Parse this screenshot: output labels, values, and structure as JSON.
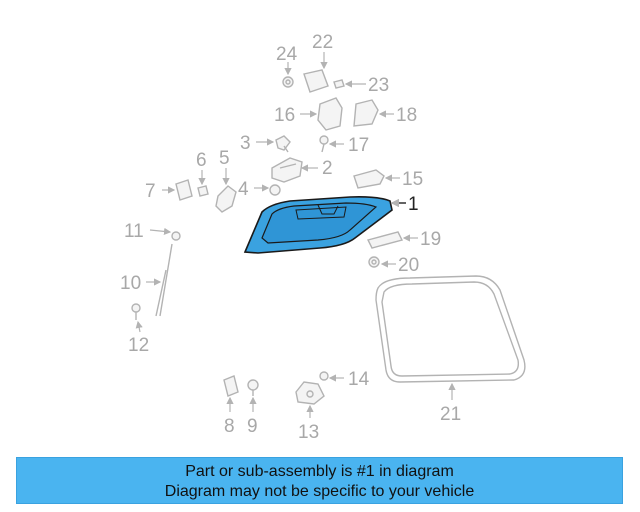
{
  "diagram": {
    "callouts": {
      "c1": "1",
      "c2": "2",
      "c3": "3",
      "c4": "4",
      "c5": "5",
      "c6": "6",
      "c7": "7",
      "c8": "8",
      "c9": "9",
      "c10": "10",
      "c11": "11",
      "c12": "12",
      "c13": "13",
      "c14": "14",
      "c15": "15",
      "c16": "16",
      "c17": "17",
      "c18": "18",
      "c19": "19",
      "c20": "20",
      "c21": "21",
      "c22": "22",
      "c23": "23",
      "c24": "24"
    },
    "highlight_color": "#3aa2e0",
    "line_color": "#b3b3b3"
  },
  "banner": {
    "line1": "Part or sub-assembly is #1 in diagram",
    "line2": "Diagram may not be specific to your vehicle",
    "background": "#4ab4f0"
  }
}
